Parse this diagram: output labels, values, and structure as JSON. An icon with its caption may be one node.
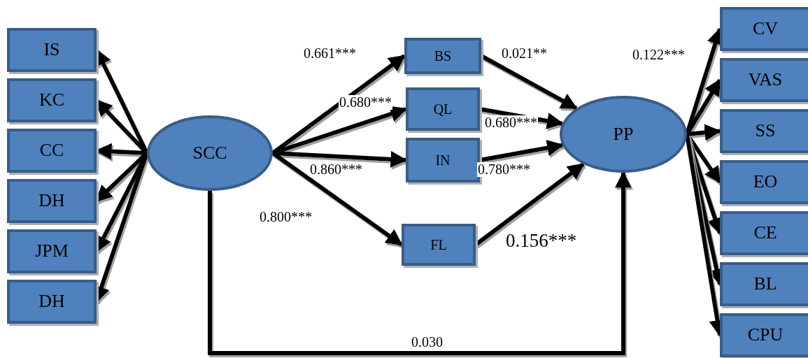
{
  "diagram": {
    "nodes": [
      {
        "text": [
          "IS"
        ]
      },
      {
        "text": [
          "KC"
        ]
      },
      {
        "text": [
          "CC"
        ]
      },
      {
        "text": [
          "DH"
        ]
      },
      {
        "text": [
          "JPM"
        ]
      },
      {
        "text": [
          "DH"
        ]
      },
      {
        "text": [
          "SCC"
        ]
      },
      {
        "text": [
          "BS"
        ]
      },
      {
        "text": [
          "QL"
        ]
      },
      {
        "text": [
          "IN"
        ]
      },
      {
        "text": [
          "FL"
        ]
      },
      {
        "text": [
          "PP"
        ]
      },
      {
        "text": [
          "CV"
        ]
      },
      {
        "text": [
          "VAS"
        ]
      },
      {
        "text": [
          "SS"
        ]
      },
      {
        "text": [
          "EO"
        ]
      },
      {
        "text": [
          "CE"
        ]
      },
      {
        "text": [
          "BL"
        ]
      },
      {
        "text": [
          "CPU"
        ]
      }
    ],
    "edges": [
      {
        "from": 6,
        "to": 0,
        "arrow": "to"
      },
      {
        "from": 6,
        "to": 1,
        "arrow": "to"
      },
      {
        "from": 6,
        "to": 2,
        "arrow": "to"
      },
      {
        "from": 6,
        "to": 3,
        "arrow": "to"
      },
      {
        "from": 6,
        "to": 4,
        "arrow": "to"
      },
      {
        "from": 6,
        "to": 5,
        "arrow": "to"
      },
      {
        "from": 6,
        "to": 7,
        "arrow": "to",
        "label": "0.661***"
      },
      {
        "from": 6,
        "to": 8,
        "arrow": "to",
        "label": "0.680***"
      },
      {
        "from": 6,
        "to": 9,
        "arrow": "to",
        "label": "0.860***"
      },
      {
        "from": 6,
        "to": 10,
        "arrow": "to",
        "label": "0.800***"
      },
      {
        "from": 7,
        "to": 11,
        "arrow": "to",
        "label": "0.021**"
      },
      {
        "from": 8,
        "to": 11,
        "arrow": "to",
        "label": "0.680***"
      },
      {
        "from": 9,
        "to": 11,
        "arrow": "to",
        "label": "0.780***"
      },
      {
        "from": 10,
        "to": 11,
        "arrow": "to",
        "label": "0.156***"
      },
      {
        "from": 6,
        "to": 11,
        "arrow": "to",
        "label": "0.030"
      },
      {
        "from": 11,
        "to": 12,
        "arrow": "to",
        "label": "0.122***"
      },
      {
        "from": 11,
        "to": 13,
        "arrow": "to"
      },
      {
        "from": 11,
        "to": 14,
        "arrow": "to"
      },
      {
        "from": 11,
        "to": 15,
        "arrow": "to"
      },
      {
        "from": 11,
        "to": 16,
        "arrow": "to"
      },
      {
        "from": 11,
        "to": 17,
        "arrow": "to"
      },
      {
        "from": 11,
        "to": 18,
        "arrow": "to"
      }
    ]
  }
}
